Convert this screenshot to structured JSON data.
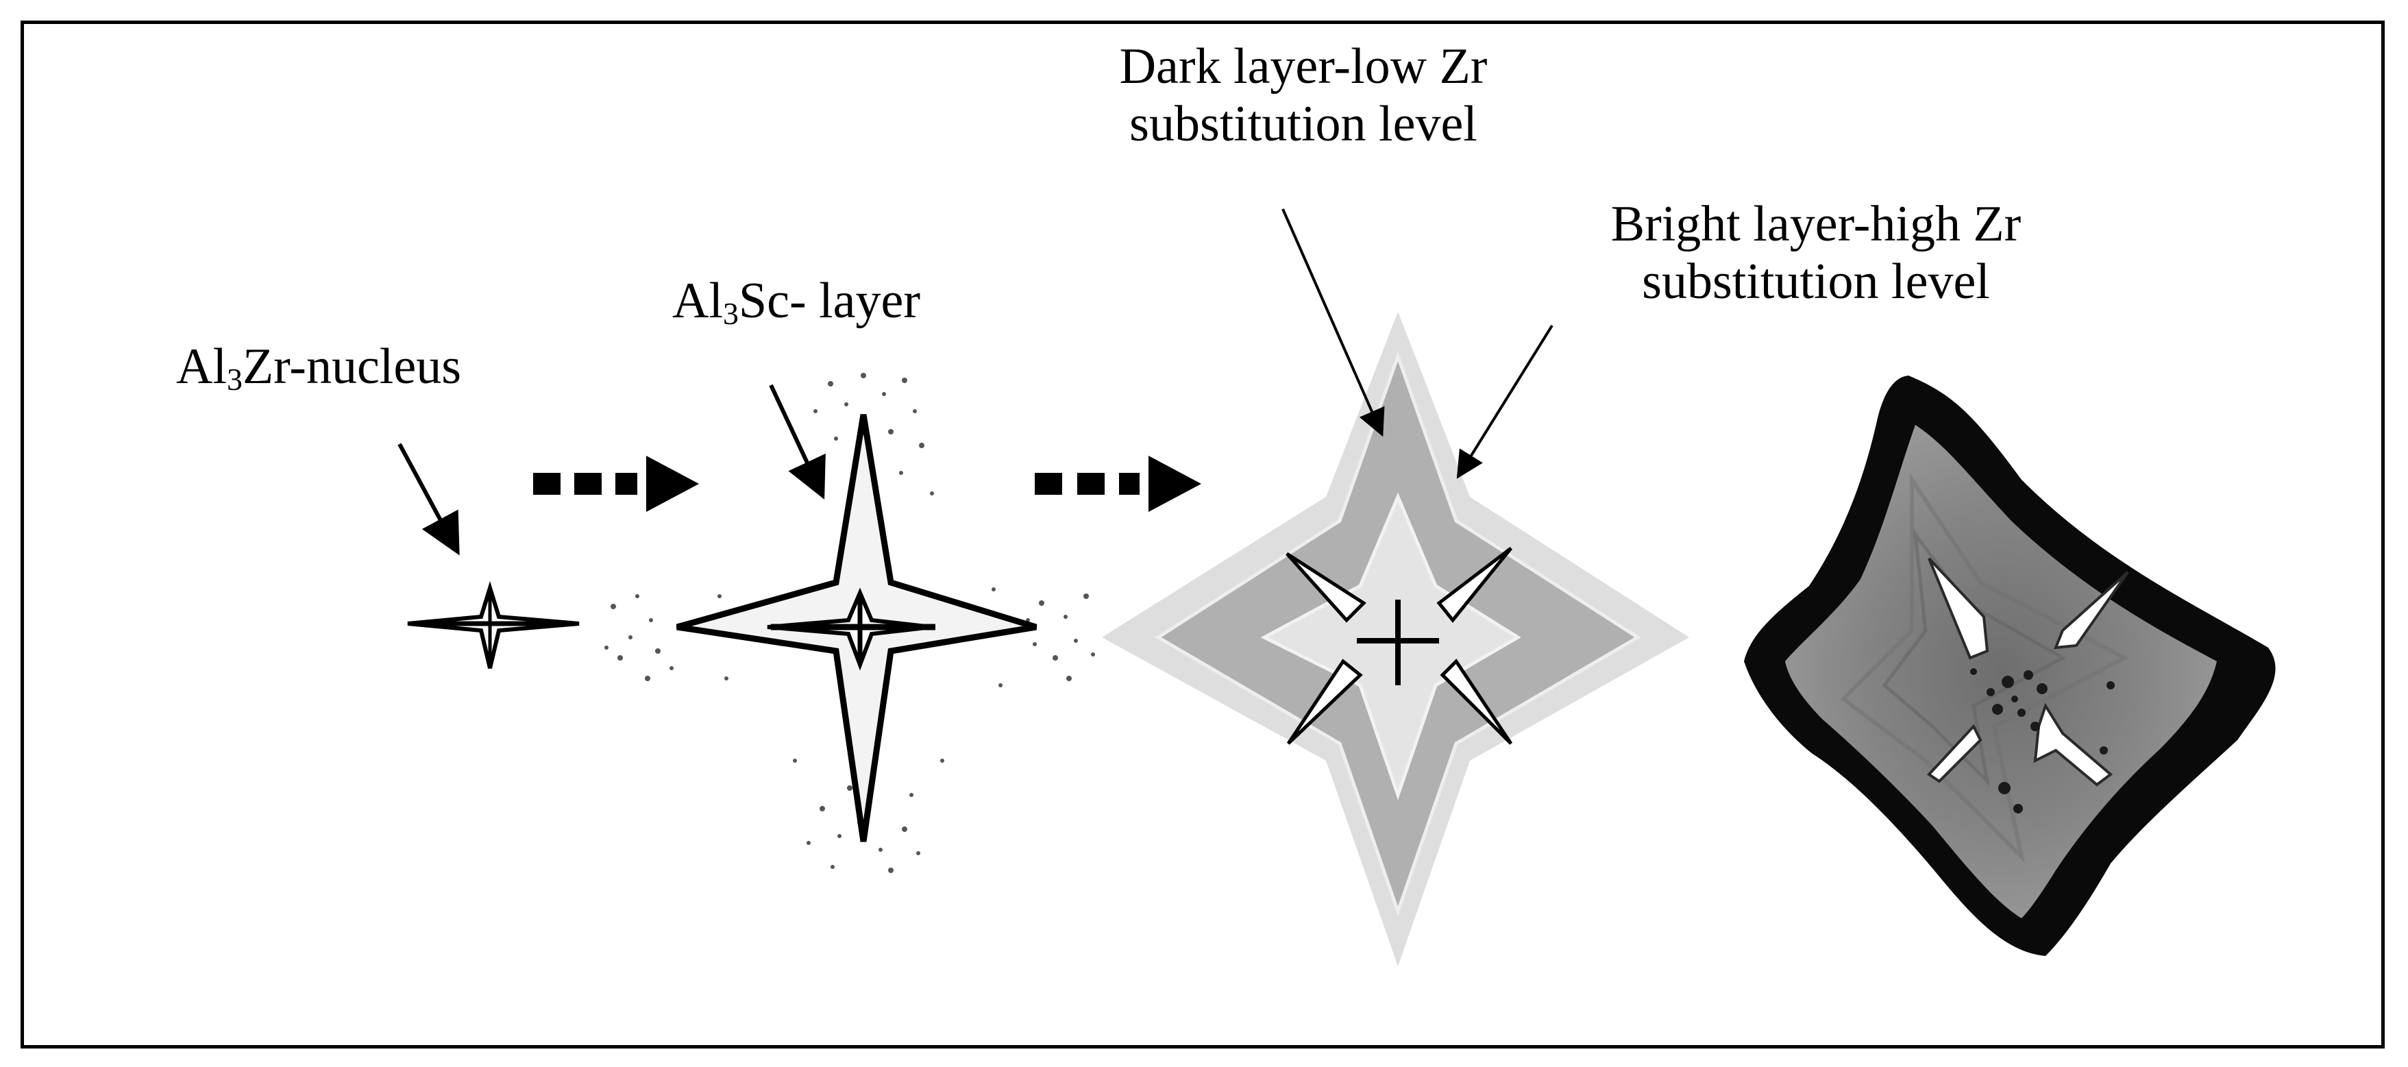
{
  "labels": {
    "nucleus": {
      "prefix": "Al",
      "sub": "3",
      "suffix": "Zr-nucleus"
    },
    "sc_layer": {
      "prefix": "Al",
      "sub": "3",
      "suffix": "Sc- layer"
    },
    "dark_layer": {
      "line1": "Dark layer-low Zr",
      "line2": "substitution level"
    },
    "bright_layer": {
      "line1": "Bright layer-high Zr",
      "line2": "substitution level"
    }
  },
  "colors": {
    "ink": "#000000",
    "background": "#ffffff",
    "outer_bright_layer": "#dedede",
    "dark_layer": "#b0b0b0",
    "inner_light": "#e4e4e4",
    "micrograph_core": "#7c7c7c",
    "micrograph_rim": "#0a0a0a"
  }
}
